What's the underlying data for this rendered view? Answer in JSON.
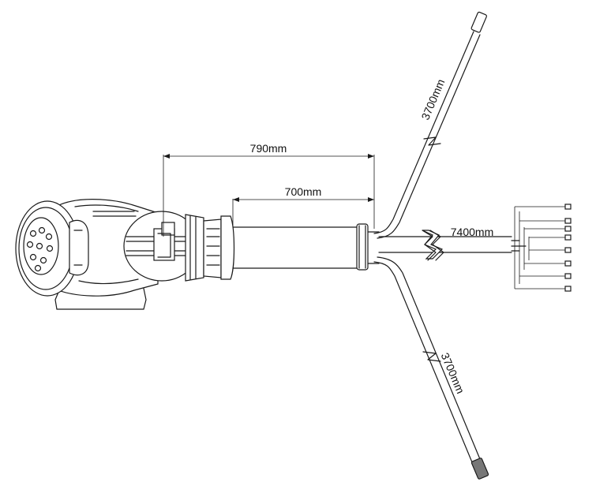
{
  "dimensions": {
    "d790": "790mm",
    "d700": "700mm",
    "d7400": "7400mm",
    "d3700_top": "3700mm",
    "d3700_bottom": "3700mm"
  },
  "wire_ends": {
    "count": 8
  },
  "colors": {
    "line": "#1a1a1a",
    "cap": "#777777"
  }
}
